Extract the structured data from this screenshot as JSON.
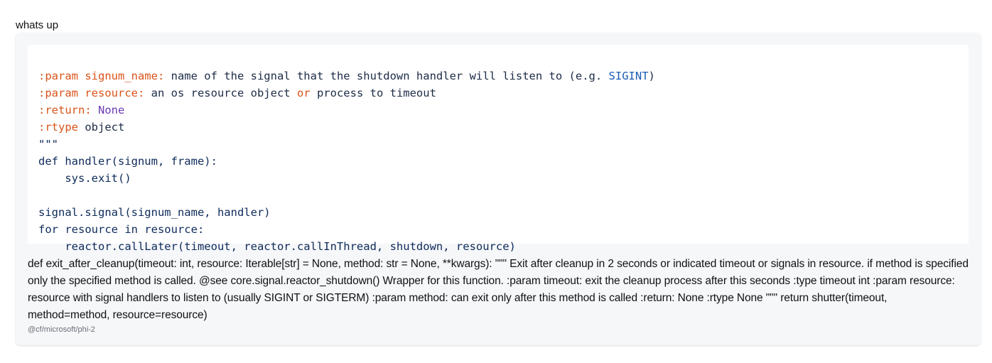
{
  "user_message": "whats up",
  "code": {
    "line1": {
      "tag": ":param signum_name:",
      "text": " name of the signal that the shutdown handler will listen to (e.g. ",
      "highlight": "SIGINT",
      "end": ")"
    },
    "line2": {
      "tag": ":param resource:",
      "text_a": " an os resource object ",
      "keyword": "or",
      "text_b": " process to timeout"
    },
    "line3": {
      "tag": ":return:",
      "sep": " ",
      "value": "None"
    },
    "line4": {
      "tag": ":rtype",
      "text": " object"
    },
    "line5": "\"\"\"",
    "line6": "def handler(signum, frame):",
    "line7": "    sys.exit()",
    "line8": "",
    "line9": "signal.signal(signum_name, handler)",
    "line10": "for resource in resource:",
    "line11": "    reactor.callLater(timeout, reactor.callInThread, shutdown, resource)"
  },
  "reply_text": "def exit_after_cleanup(timeout: int, resource: Iterable[str] = None, method: str = None, **kwargs): \"\"\" Exit after cleanup in 2 seconds or indicated timeout or signals in resource. if method is specified only the specified method is called. @see core.signal.reactor_shutdown() Wrapper for this function. :param timeout: exit the cleanup process after this seconds :type timeout int :param resource: resource with signal handlers to listen to (usually SIGINT or SIGTERM) :param method: can exit only after this method is called :return: None :rtype None \"\"\" return shutter(timeout, method=method, resource=resource)",
  "model_tag": "@cf/microsoft/phi-2"
}
